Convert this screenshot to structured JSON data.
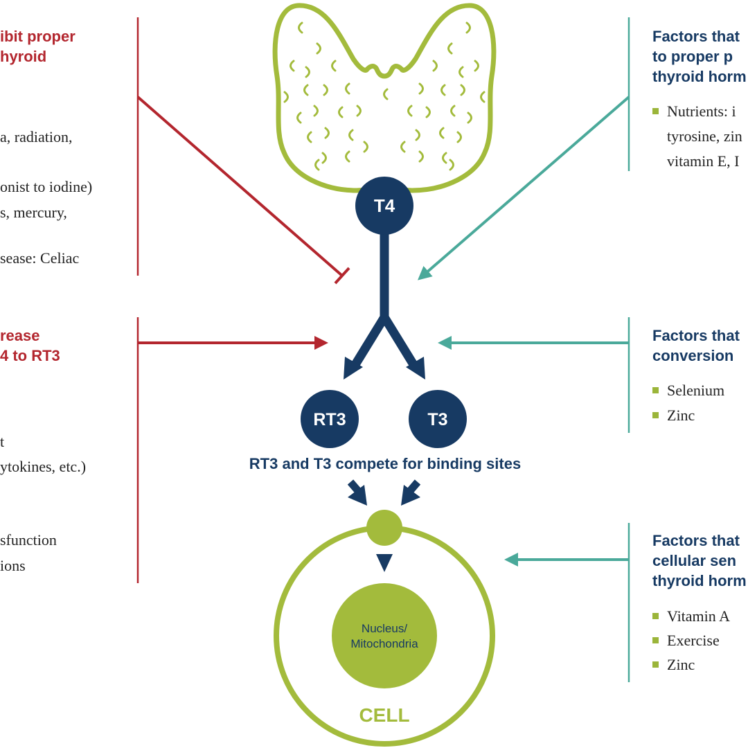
{
  "colors": {
    "red": "#b3262e",
    "teal": "#4aa99a",
    "navy": "#173a63",
    "green": "#9bb53a"
  },
  "nodes": {
    "t4": "T4",
    "rt3": "RT3",
    "t3": "T3",
    "compete": "RT3 and T3 compete for binding sites",
    "nucleus_line1": "Nucleus/",
    "nucleus_line2": "Mitochondria",
    "cell": "CELL"
  },
  "left_top": {
    "heading": [
      "ibit proper",
      "hyroid"
    ],
    "items": [
      "a, radiation,",
      "onist to iodine)",
      "s, mercury,",
      "sease: Celiac"
    ]
  },
  "left_bottom": {
    "heading": [
      "rease",
      "4 to RT3"
    ],
    "items": [
      "t",
      "ytokines, etc.)",
      "sfunction",
      "ions"
    ]
  },
  "right_top": {
    "heading": [
      "Factors that",
      "to proper p",
      "thyroid horm"
    ],
    "items": [
      "Nutrients: i",
      "tyrosine, zin",
      "vitamin E, I"
    ]
  },
  "right_middle": {
    "heading": [
      "Factors that",
      "conversion"
    ],
    "items": [
      "Selenium",
      "Zinc"
    ]
  },
  "right_bottom": {
    "heading": [
      "Factors that",
      "cellular sen",
      "thyroid horm"
    ],
    "items": [
      "Vitamin A",
      "Exercise",
      "Zinc"
    ]
  }
}
